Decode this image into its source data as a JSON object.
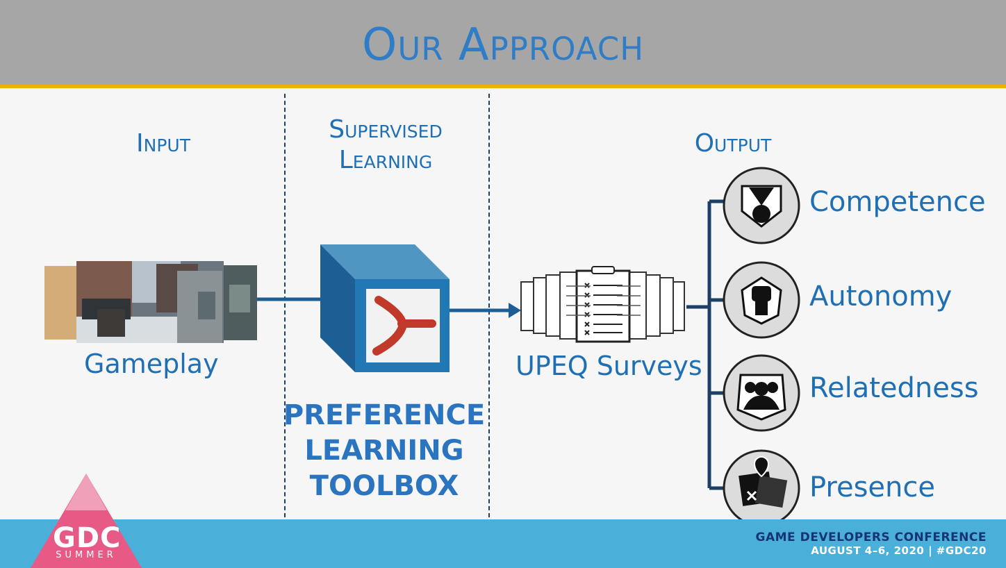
{
  "title": "Our Approach",
  "columns": {
    "input": "Input",
    "supervised": [
      "Supervised",
      "Learning"
    ],
    "output": "Output"
  },
  "gameplay_label": "Gameplay",
  "toolbox_label": [
    "PREFERENCE",
    "LEARNING",
    "TOOLBOX"
  ],
  "surveys_label": "UPEQ Surveys",
  "outputs": [
    {
      "label": "Competence",
      "icon": "medal-icon"
    },
    {
      "label": "Autonomy",
      "icon": "fist-icon"
    },
    {
      "label": "Relatedness",
      "icon": "people-icon"
    },
    {
      "label": "Presence",
      "icon": "map-pin-icon"
    }
  ],
  "footer": {
    "logo": "GDC",
    "logo_sub": "SUMMER",
    "conference": "GAME DEVELOPERS CONFERENCE",
    "dates": "AUGUST 4–6, 2020 | #GDC20"
  },
  "colors": {
    "accent_blue": "#1f6fb5",
    "title_bar": "#a6a6a6",
    "gold_rule": "#e8b400",
    "connector": "#1d3f66",
    "footer": "#4ab0da",
    "toolbox_logo": "#c0392b"
  }
}
